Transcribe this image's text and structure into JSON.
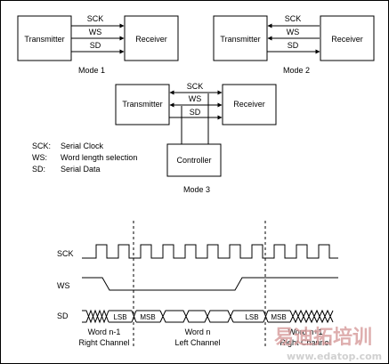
{
  "modes": [
    {
      "caption": "Mode 1",
      "transmitter": "Transmitter",
      "receiver": "Receiver",
      "signals": [
        "SCK",
        "WS",
        "SD"
      ]
    },
    {
      "caption": "Mode 2",
      "transmitter": "Transmitter",
      "receiver": "Receiver",
      "signals": [
        "SCK",
        "WS",
        "SD"
      ]
    },
    {
      "caption": "Mode 3",
      "transmitter": "Transmitter",
      "receiver": "Receiver",
      "controller": "Controller",
      "signals": [
        "SCK",
        "WS",
        "SD"
      ]
    }
  ],
  "legend": [
    {
      "abbr": "SCK:",
      "desc": "Serial Clock"
    },
    {
      "abbr": "WS:",
      "desc": "Word length selection"
    },
    {
      "abbr": "SD:",
      "desc": "Serial Data"
    }
  ],
  "timing": {
    "rows": [
      "SCK",
      "WS",
      "SD"
    ],
    "sd_labels": [
      "LSB",
      "MSB",
      "LSB",
      "MSB"
    ],
    "words": [
      {
        "line1": "Word n-1",
        "line2": "Right Channel"
      },
      {
        "line1": "Word n",
        "line2": "Left Channel"
      },
      {
        "line1": "Word n+1",
        "line2": "Right Channel"
      }
    ]
  },
  "watermark": {
    "text": "易迪拓培训",
    "url": "www.edatop.com"
  }
}
